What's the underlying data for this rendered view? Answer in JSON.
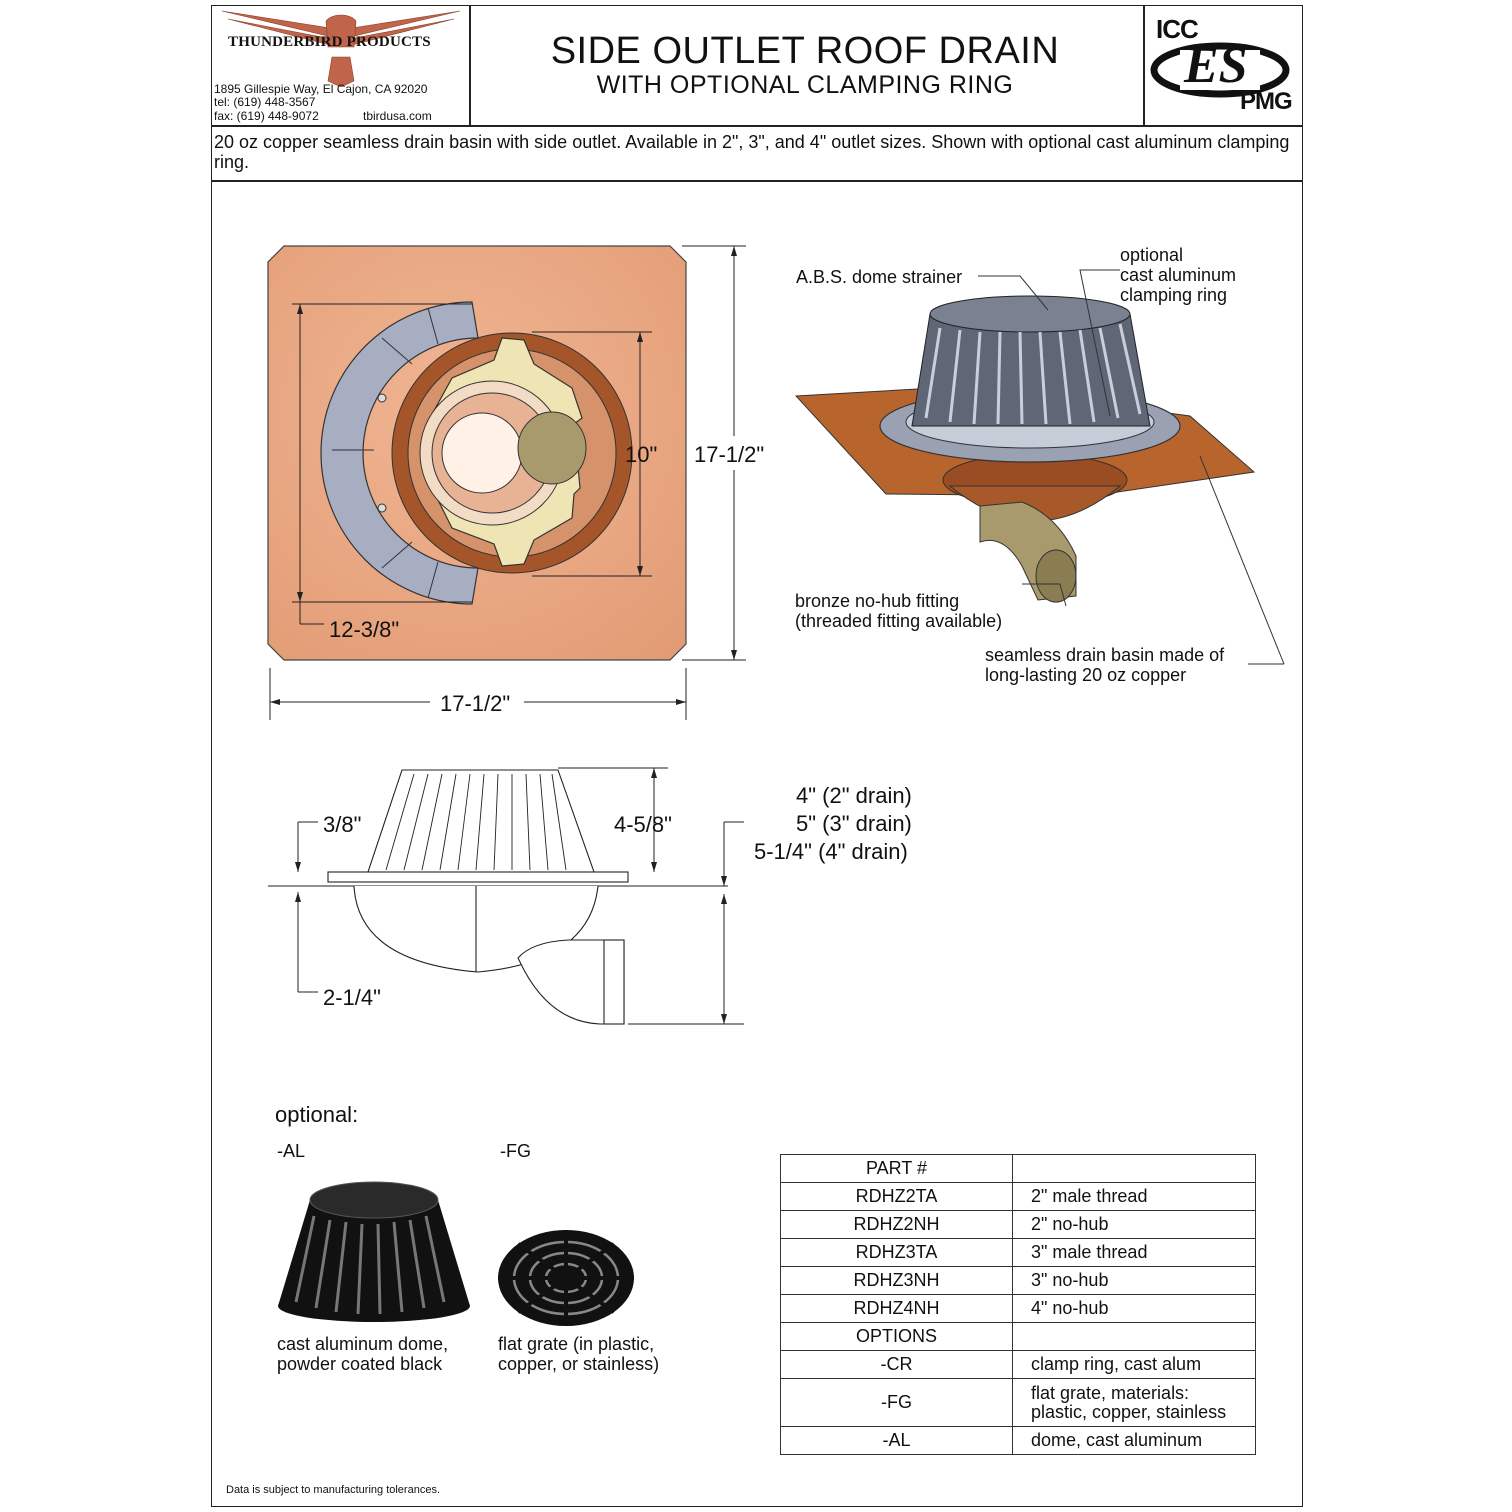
{
  "header": {
    "company": "THUNDERBIRD PRODUCTS",
    "address_line": "1895 Gillespie Way,  El Cajon,  CA 92020",
    "tel": "tel:  (619) 448-3567",
    "fax": "fax: (619) 448-9072",
    "website": "tbirdusa.com",
    "title": "SIDE OUTLET ROOF DRAIN",
    "subtitle": "WITH OPTIONAL CLAMPING RING",
    "cert_top": "ICC",
    "cert_mid": "ES",
    "cert_bottom": "PMG"
  },
  "description": "20 oz copper seamless drain basin with side outlet. Available in 2\", 3\", and 4\" outlet sizes. Shown with optional cast aluminum clamping ring.",
  "plan_view": {
    "dim_inner_height": "10\"",
    "dim_outer_height": "17-1/2\"",
    "dim_ring": "12-3/8\"",
    "dim_width": "17-1/2\""
  },
  "iso_view": {
    "label_strainer": "A.B.S. dome strainer",
    "label_ring": "optional\ncast aluminum\nclamping ring",
    "label_fitting": "bronze no-hub fitting\n(threaded fitting available)",
    "label_basin": "seamless drain basin made of\nlong-lasting 20 oz copper"
  },
  "side_view": {
    "dim_flange": "3/8\"",
    "dim_dome": "4-5/8\"",
    "dim_outlet": "2-1/4\"",
    "depth_2": "4\" (2\" drain)",
    "depth_3": "5\" (3\" drain)",
    "depth_4": "5-1/4\" (4\" drain)"
  },
  "optional": {
    "heading": "optional:",
    "al_code": "-AL",
    "fg_code": "-FG",
    "al_caption": "cast aluminum dome,\npowder coated black",
    "fg_caption": "flat grate (in plastic,\ncopper, or stainless)"
  },
  "parts_table": {
    "rows": [
      {
        "part": "PART #",
        "desc": ""
      },
      {
        "part": "RDHZ2TA",
        "desc": "2\" male thread"
      },
      {
        "part": "RDHZ2NH",
        "desc": "2\" no-hub"
      },
      {
        "part": "RDHZ3TA",
        "desc": "3\" male thread"
      },
      {
        "part": "RDHZ3NH",
        "desc": "3\" no-hub"
      },
      {
        "part": "RDHZ4NH",
        "desc": "4\" no-hub"
      },
      {
        "part": "OPTIONS",
        "desc": ""
      },
      {
        "part": "-CR",
        "desc": "clamp ring, cast alum"
      },
      {
        "part": "-FG",
        "desc": "flat grate, materials:\nplastic, copper, stainless"
      },
      {
        "part": "-AL",
        "desc": "dome, cast aluminum"
      }
    ]
  },
  "footer_note": "Data is subject to manufacturing tolerances.",
  "colors": {
    "copper": "#e8a27e",
    "copper_dark": "#b8652d",
    "aluminum": "#9fa6b8",
    "cream": "#efe4b4",
    "bronze": "#a89a6c"
  }
}
